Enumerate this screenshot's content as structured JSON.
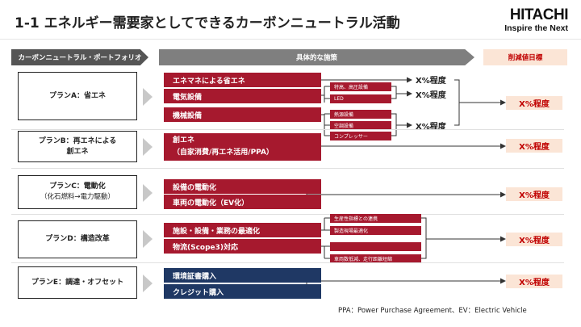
{
  "title": "1-1 エネルギー需要家としてできるカーボンニュートラル活動",
  "logo": {
    "brand": "HITACHI",
    "tagline": "Inspire the Next"
  },
  "headers": {
    "portfolio": "カーボンニュートラル・ポートフォリオ",
    "measures": "具体的な施策",
    "target": "削減値目標"
  },
  "plans": {
    "a": {
      "label": "プランA：省エネ"
    },
    "b": {
      "line1": "プランB：再エネによる",
      "line2": "創エネ"
    },
    "c": {
      "line1": "プランC：電動化",
      "line2": "（化石燃料→電力駆動）"
    },
    "d": {
      "label": "プランD：構造改革"
    },
    "e": {
      "label": "プランE：調達・オフセット"
    }
  },
  "measures": {
    "a1": "エネマネによる省エネ",
    "a2": "電気設備",
    "a3": "機械設備",
    "b1_line1": "創エネ",
    "b1_line2": "（自家消費/再エネ活用/PPA）",
    "c1": "設備の電動化",
    "c2": "車両の電動化（EV化）",
    "d1": "施設・設備・業務の最適化",
    "d2": "物流(Scope3)対応",
    "e1": "環境証書購入",
    "e2": "クレジット購入"
  },
  "sub_items": {
    "a2_1": "特高、高圧設備",
    "a2_2": "LED",
    "a3_1": "熱源設備",
    "a3_2": "空調設備",
    "a3_3": "コンプレッサー",
    "d1_1": "生産性指標との連携",
    "d1_2": "製造現場最適化",
    "d2_1": "",
    "d2_2": "車両数低減、走行距離短縮"
  },
  "reductions": {
    "a1": "X%程度",
    "a2": "X%程度",
    "a3": "X%程度"
  },
  "targets": {
    "a": "X%程度",
    "b": "X%程度",
    "c": "X%程度",
    "d": "X%程度",
    "e": "X%程度"
  },
  "footnote": "PPA：Power Purchase Agreement、EV：Electric Vehicle"
}
